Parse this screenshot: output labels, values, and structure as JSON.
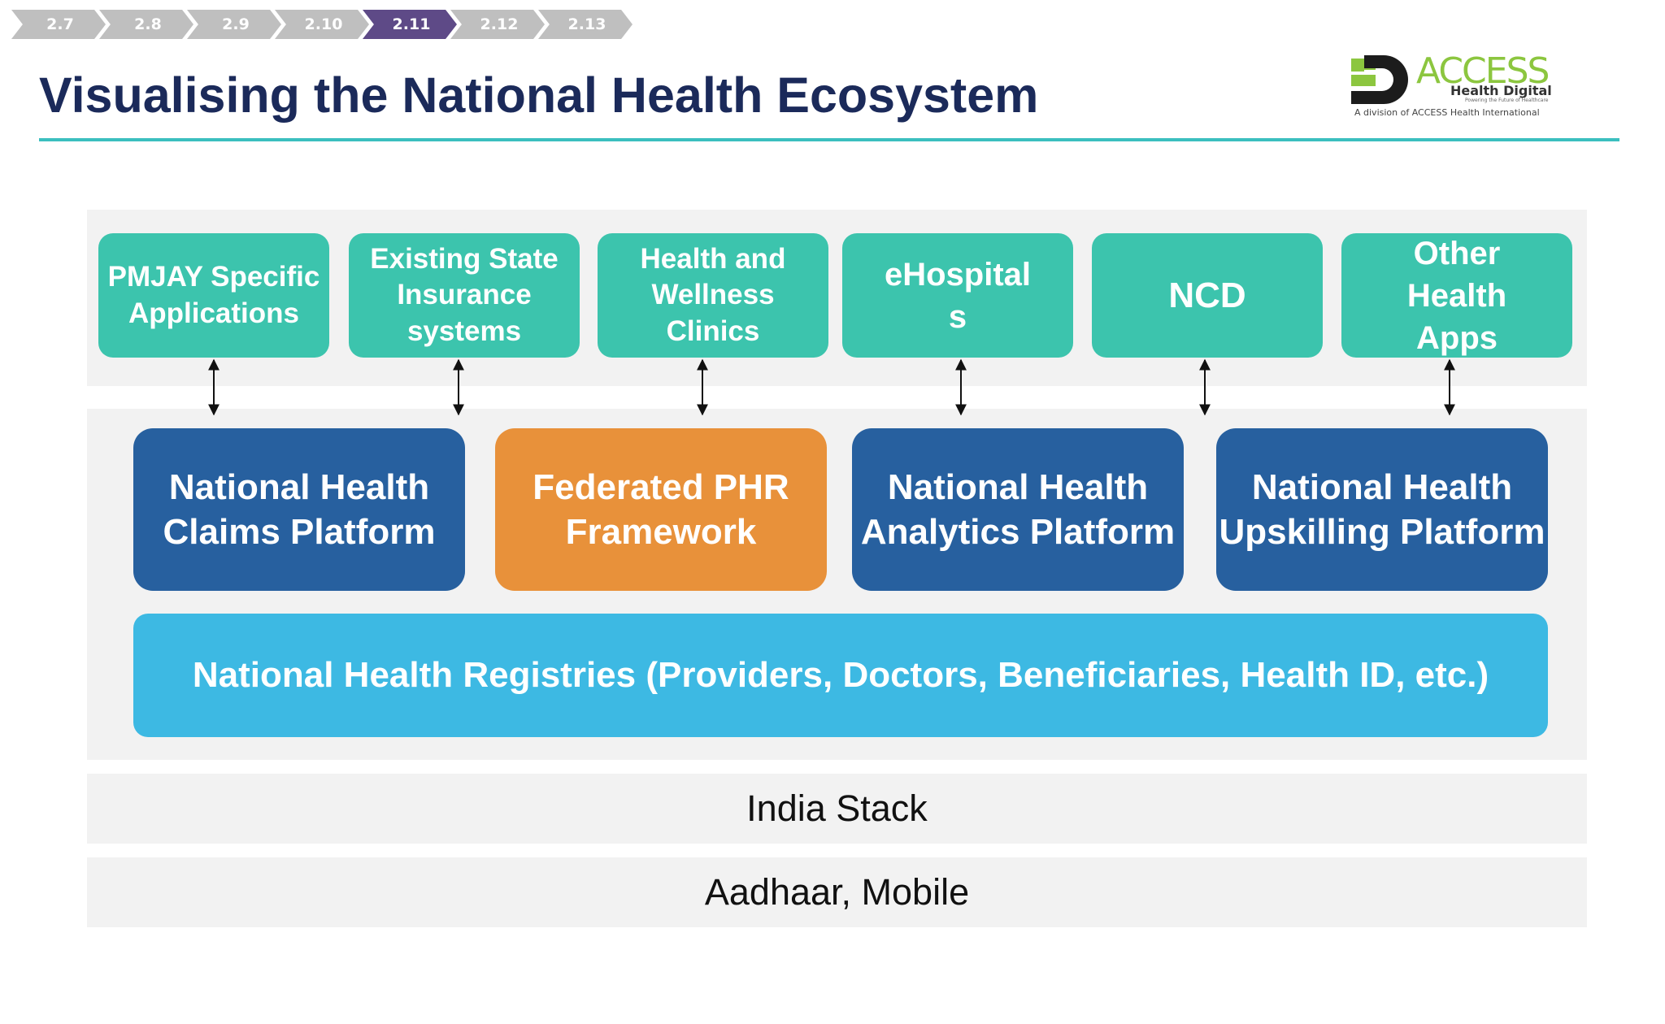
{
  "breadcrumb": {
    "items": [
      "2.7",
      "2.8",
      "2.9",
      "2.10",
      "2.11",
      "2.12",
      "2.13"
    ],
    "active": "2.11",
    "active_color": "#5e4a87",
    "inactive_color": "#bfbfbf"
  },
  "title": "Visualising the National Health Ecosystem",
  "logo": {
    "brand": "ACCESS",
    "line1": "Health Digital",
    "line2": "Powering the Future of Healthcare",
    "line3": "A division of ACCESS Health International"
  },
  "applications": [
    {
      "label": "PMJAY Specific Applications"
    },
    {
      "label": "Existing State Insurance systems"
    },
    {
      "label": "Health and Wellness Clinics"
    },
    {
      "label": "eHospitals"
    },
    {
      "label": "NCD"
    },
    {
      "label": "Other Health Apps"
    }
  ],
  "platforms": [
    {
      "label": "National Health Claims Platform",
      "color": "#27609f"
    },
    {
      "label": "Federated PHR Framework",
      "color": "#e8913a"
    },
    {
      "label": "National Health Analytics Platform",
      "color": "#27609f"
    },
    {
      "label": "National Health Upskilling Platform",
      "color": "#27609f"
    }
  ],
  "registries": "National Health Registries (Providers, Doctors, Beneficiaries, Health ID, etc.)",
  "layers": {
    "india_stack": "India Stack",
    "aadhaar": "Aadhaar, Mobile"
  },
  "colors": {
    "title": "#1b2a5a",
    "rule": "#3bbfbf",
    "apps": "#3cc4ad",
    "registries": "#3db9e3",
    "band": "#f2f2f2"
  }
}
